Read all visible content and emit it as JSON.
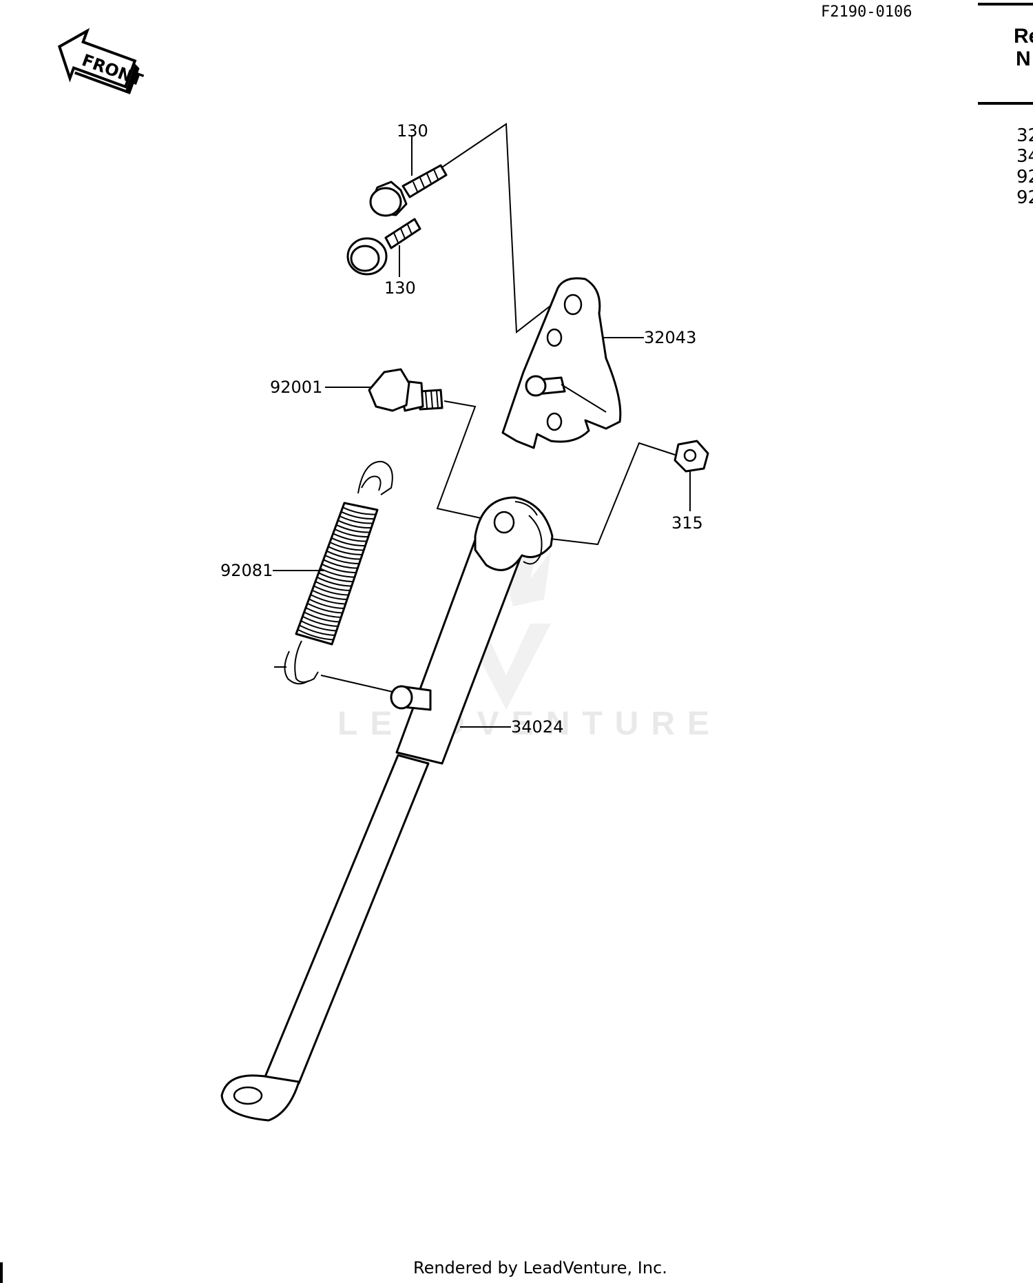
{
  "figure_code": "F2190-0106",
  "front_arrow_label": "FRONT",
  "watermark": "LEADVENTURE",
  "footer": "Rendered by LeadVenture, Inc.",
  "callouts": {
    "bolt_upper": "130",
    "bolt_lower": "130",
    "bracket": "32043",
    "pivot_bolt": "92001",
    "spring": "92081",
    "nut": "315",
    "stand": "34024"
  },
  "side_table": {
    "header_line1": "Re",
    "header_line2": "N",
    "rows": [
      "32",
      "34",
      "92",
      "92"
    ]
  }
}
